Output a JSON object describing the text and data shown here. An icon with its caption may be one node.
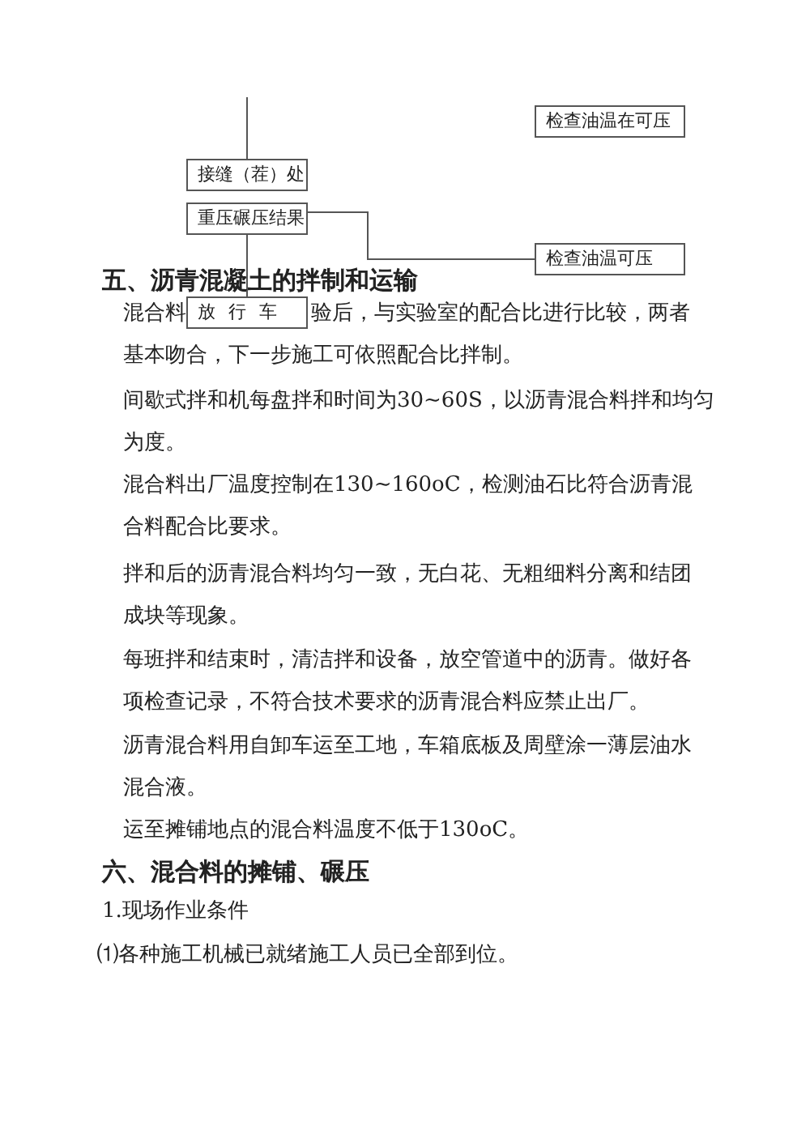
{
  "diagram": {
    "nodes": [
      {
        "text": [
          "检查油温在可压"
        ]
      },
      {
        "text": [
          "接缝（茬）处"
        ]
      },
      {
        "text": [
          "重压碾压结果"
        ]
      },
      {
        "text": [
          "检查油温可压"
        ]
      },
      {
        "text": [
          "放行车"
        ]
      }
    ],
    "edges": [
      {
        "from": null,
        "to": 1,
        "arrow": "none"
      },
      {
        "from": 2,
        "to": 3,
        "arrow": "none"
      },
      {
        "from": 2,
        "to": 4,
        "arrow": "none"
      }
    ],
    "labels": [
      "五、沥青混凝土的拌制和运输",
      "混合料",
      "验后，与实验室的配合比进行比较，两者基本吻合，下一步施工可依照配合比拌制。",
      "间歇式拌和机每盘拌和时间为30~60S，以沥青混合料拌和均匀为度。",
      "混合料出厂温度控制在130~160oC，检测油石比符合沥青混合料配合比要求。",
      "拌和后的沥青混合料均匀一致，无白花、无粗细料分离和结团成块等现象。",
      "每班拌和结束时，清洁拌和设备，放空管道中的沥青。做好各项检查记录，不符合技术要求的沥青混合料应禁止出厂。",
      "沥青混合料用自卸车运至工地，车箱底板及周壁涂一薄层油水混合液。",
      "运至摊铺地点的混合料温度不低于130oC。",
      "六、混合料的摊铺、碾压",
      "1.现场作业条件",
      "⑴各种施工机械已就绪施工人员已全部到位。"
    ]
  }
}
